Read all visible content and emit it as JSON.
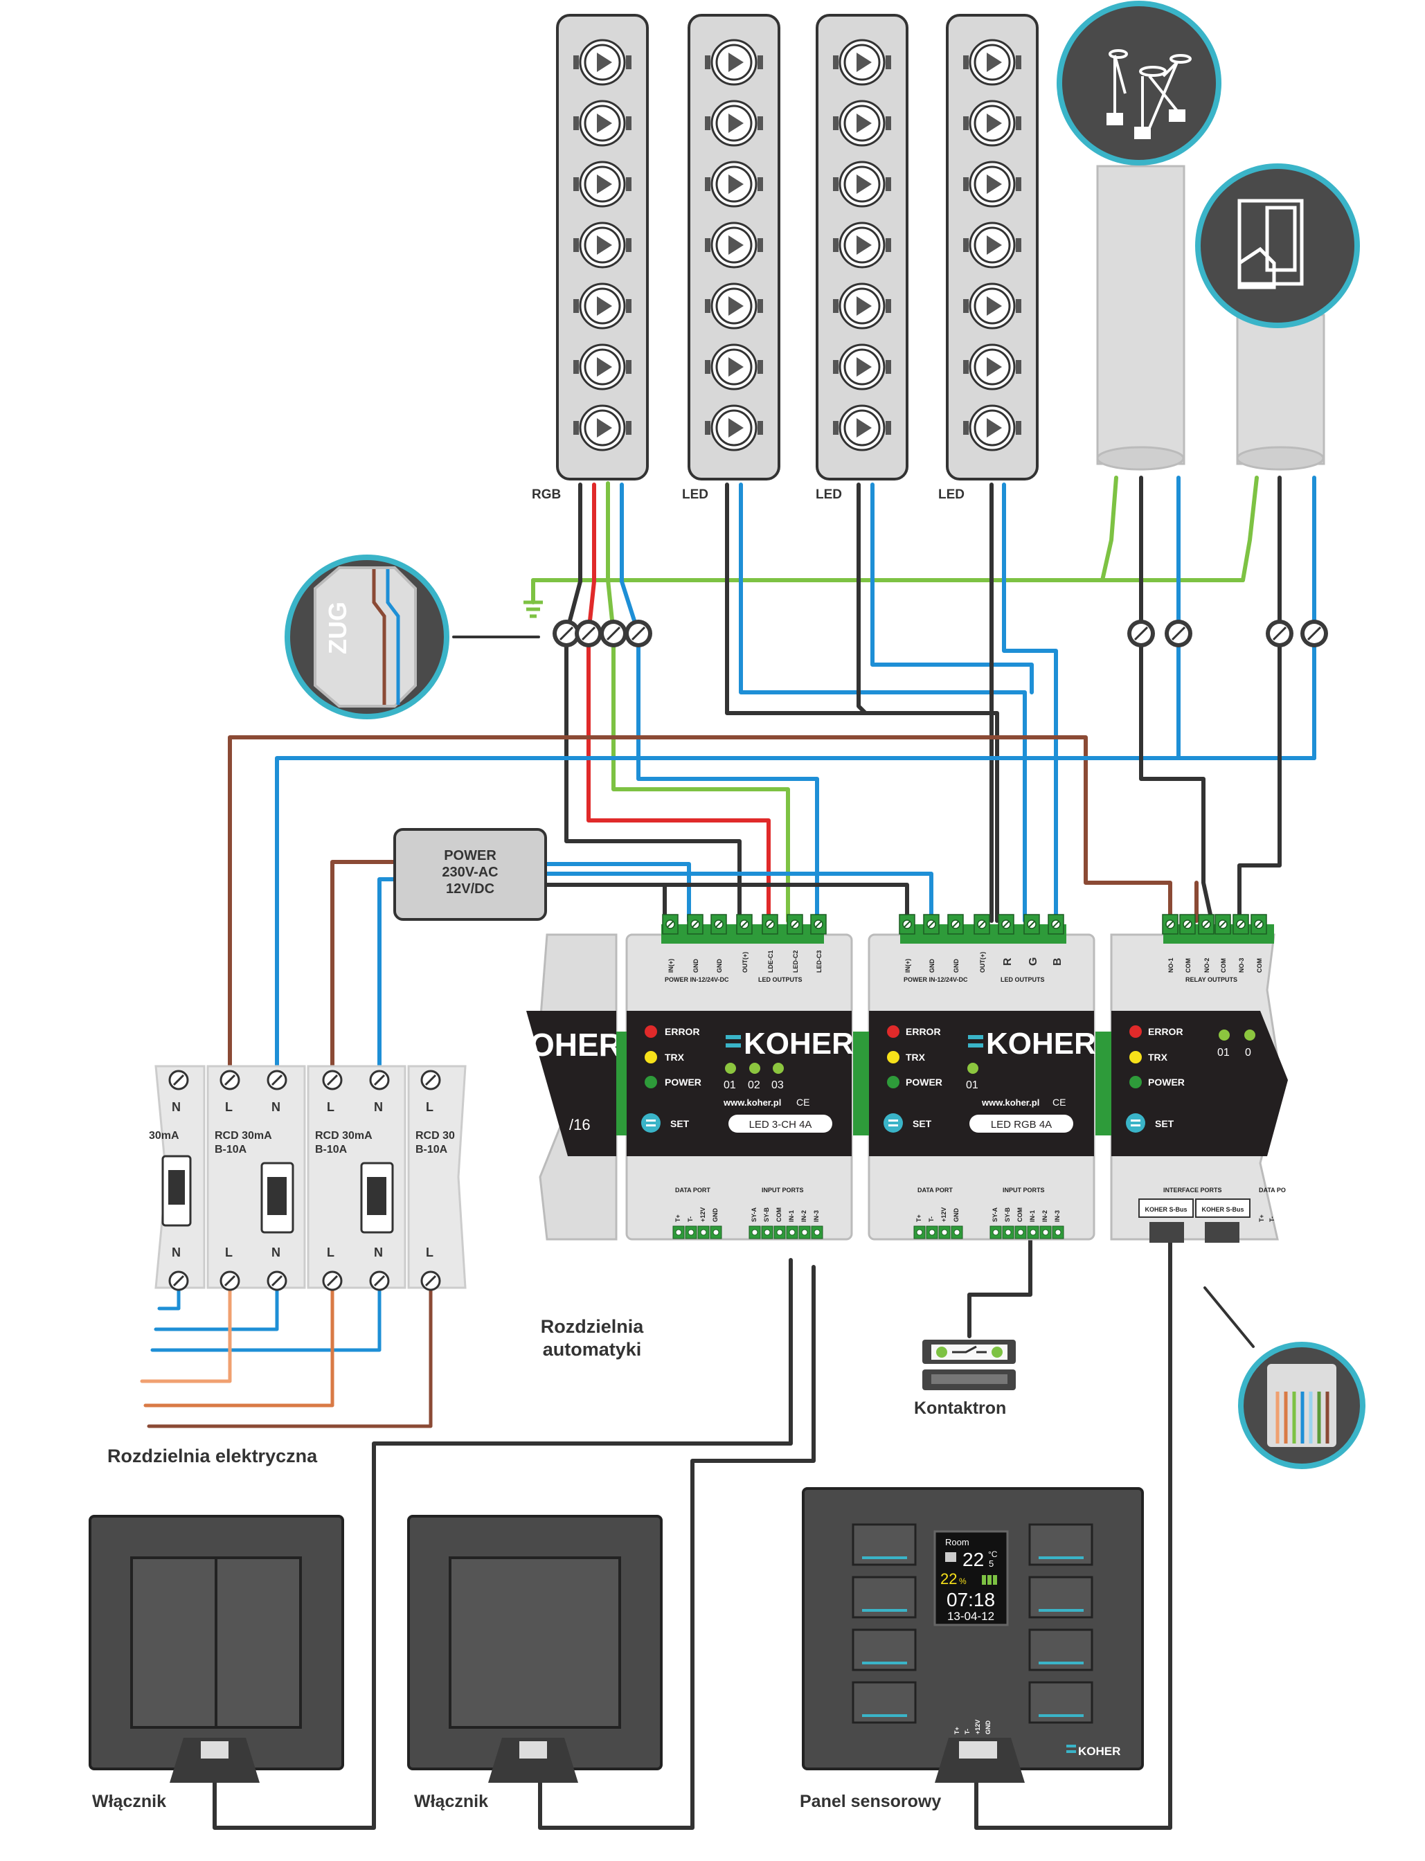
{
  "strips": [
    {
      "label": "RGB"
    },
    {
      "label": "LED"
    },
    {
      "label": "LED"
    },
    {
      "label": "LED"
    }
  ],
  "power": {
    "line1": "POWER",
    "line2": "230V-AC",
    "line3": "12V/DC"
  },
  "labels": {
    "rozdzielnia_automatyki_1": "Rozdzielnia",
    "rozdzielnia_automatyki_2": "automatyki",
    "rozdzielnia_elektryczna": "Rozdzielnia elektryczna",
    "kontaktron": "Kontaktron",
    "wlacznik_1": "Włącznik",
    "wlacznik_2": "Włącznik",
    "panel_sensorowy": "Panel sensorowy"
  },
  "zug": "ZUG",
  "breakers": [
    {
      "top1": "",
      "top2": "N",
      "mid1": "30mA",
      "mid2": "",
      "bot1": "",
      "bot2": "N"
    },
    {
      "top1": "L",
      "top2": "N",
      "mid1": "RCD 30mA",
      "mid2": "B-10A",
      "bot1": "L",
      "bot2": "N"
    },
    {
      "top1": "L",
      "top2": "N",
      "mid1": "RCD 30mA",
      "mid2": "B-10A",
      "bot1": "L",
      "bot2": "N"
    },
    {
      "top1": "L",
      "top2": "",
      "mid1": "RCD 30",
      "mid2": "B-10A",
      "bot1": "L",
      "bot2": ""
    }
  ],
  "modules": {
    "partial_brand": "OHER",
    "partial_code": "/16",
    "led3ch": {
      "status": [
        "ERROR",
        "TRX",
        "POWER"
      ],
      "brand": "KOHER",
      "channels": [
        "01",
        "02",
        "03"
      ],
      "url": "www.koher.pl",
      "ce": "CE",
      "set": "SET",
      "name": "LED 3-CH 4A",
      "top_terms": [
        "IN(+)",
        "GND",
        "GND",
        "OUT(+)",
        "LDE-C1",
        "LED-C2",
        "LED-C3"
      ],
      "top_caption_left": "POWER IN-12/24V-DC",
      "top_caption_right": "LED OUTPUTS",
      "bot_caption_left": "DATA PORT",
      "bot_caption_right": "INPUT PORTS",
      "bot_terms": [
        "T+",
        "T-",
        "+12V",
        "GND",
        "SY-A",
        "SY-B",
        "COM",
        "IN-1",
        "IN-2",
        "IN-3"
      ]
    },
    "ledrgb": {
      "status": [
        "ERROR",
        "TRX",
        "POWER"
      ],
      "brand": "KOHER",
      "channels": [
        "01"
      ],
      "url": "www.koher.pl",
      "ce": "CE",
      "set": "SET",
      "name": "LED RGB 4A",
      "top_terms": [
        "IN(+)",
        "GND",
        "GND",
        "OUT(+)",
        "R",
        "G",
        "B"
      ],
      "top_caption_left": "POWER IN-12/24V-DC",
      "top_caption_right": "LED OUTPUTS",
      "bot_caption_left": "DATA PORT",
      "bot_caption_right": "INPUT PORTS",
      "bot_terms": [
        "T+",
        "T-",
        "+12V",
        "GND",
        "SY-A",
        "SY-B",
        "COM",
        "IN-1",
        "IN-2",
        "IN-3"
      ]
    },
    "relay": {
      "status": [
        "ERROR",
        "TRX",
        "POWER"
      ],
      "channels": [
        "01",
        "0"
      ],
      "set": "SET",
      "top_terms": [
        "NO-1",
        "COM",
        "NO-2",
        "COM",
        "NO-3",
        "COM"
      ],
      "top_caption": "RELAY OUTPUTS",
      "bot_caption_left": "INTERFACE PORTS",
      "bot_caption_right": "DATA PO",
      "sbus": [
        "KOHER S-Bus",
        "KOHER S-Bus"
      ],
      "bot_terms": [
        "T+",
        "T-"
      ]
    }
  },
  "panel": {
    "room": "Room",
    "temp": "22",
    "temp_frac": "5",
    "temp_unit": "°C",
    "hum": "22",
    "hum_unit": "%",
    "time": "07:18",
    "date": "13-04-12",
    "terms": [
      "T+",
      "T-",
      "+12V",
      "GND"
    ],
    "brand": "KOHER"
  },
  "colors": {
    "wire_blue": "#1e8fd6",
    "wire_green": "#7dc243",
    "wire_red": "#e02a2a",
    "wire_brown": "#8b4a35",
    "wire_dark": "#333333",
    "wire_orange": "#f0a070",
    "module_dark": "#231f20",
    "accent_cyan": "#3ab4c8"
  }
}
